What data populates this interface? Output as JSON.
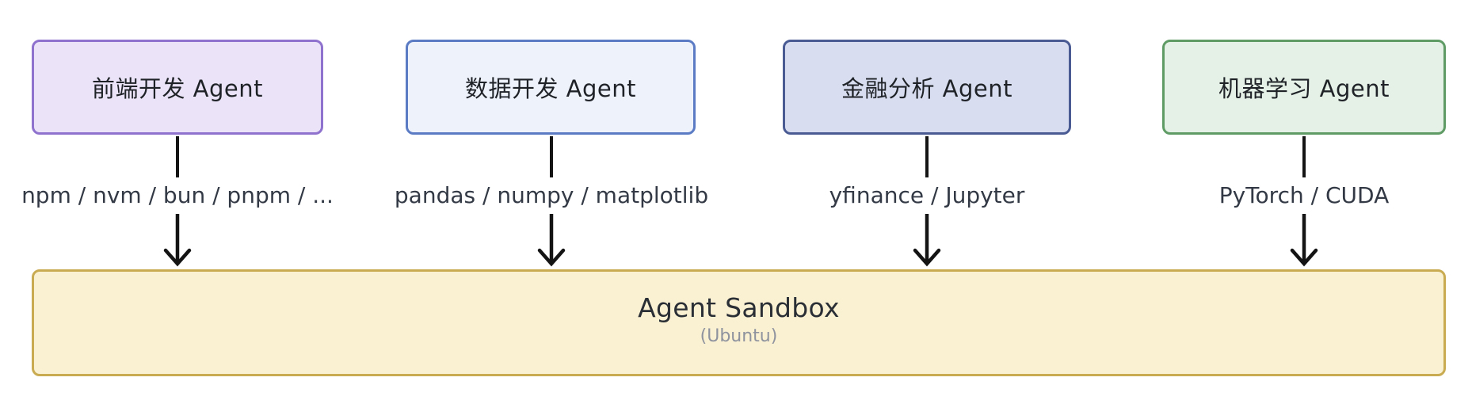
{
  "agents": [
    {
      "label": "前端开发 Agent",
      "tools": "npm / nvm / bun / pnpm / ...",
      "border_color": "#8e72ce",
      "fill_color": "#ebe4f8"
    },
    {
      "label": "数据开发 Agent",
      "tools": "pandas / numpy / matplotlib",
      "border_color": "#5b7cc4",
      "fill_color": "#eef2fb"
    },
    {
      "label": "金融分析 Agent",
      "tools": "yfinance / Jupyter",
      "border_color": "#4a5b94",
      "fill_color": "#d8def0"
    },
    {
      "label": "机器学习 Agent",
      "tools": "PyTorch / CUDA",
      "border_color": "#5f9b64",
      "fill_color": "#e5f1e6"
    }
  ],
  "sandbox": {
    "title": "Agent Sandbox",
    "subtitle": "(Ubuntu)",
    "border_color": "#c9ab52",
    "fill_color": "#faf0d2"
  },
  "arrow_color": "#141414"
}
